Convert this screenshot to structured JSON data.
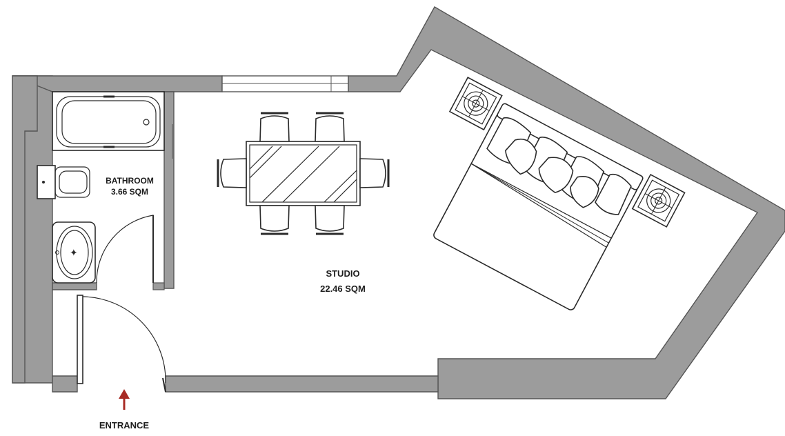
{
  "rooms": {
    "bathroom": {
      "name": "BATHROOM",
      "area": "3.66 SQM"
    },
    "studio": {
      "name": "STUDIO",
      "area": "22.46 SQM"
    }
  },
  "entrance": {
    "label": "ENTRANCE",
    "arrow_color": "#a82b25"
  },
  "colors": {
    "wall": "#9c9c9c",
    "wall_edge": "#555555",
    "lines": "#2a2a2a"
  }
}
